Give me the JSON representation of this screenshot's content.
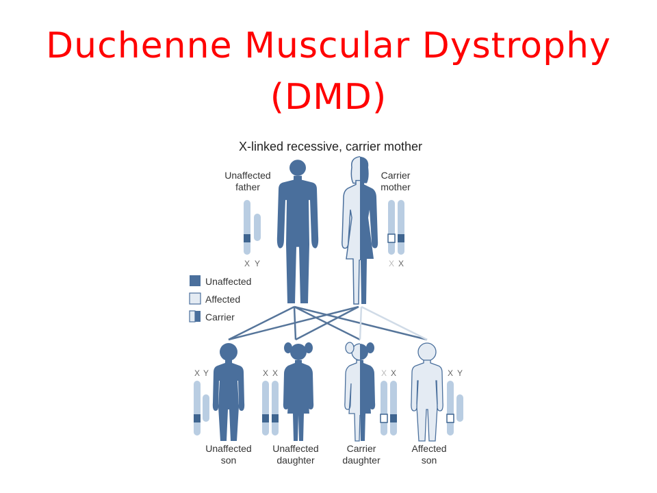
{
  "slide": {
    "title_line1": "Duchenne Muscular Dystrophy",
    "title_line2": "(DMD)"
  },
  "diagram": {
    "heading": "X-linked recessive, carrier mother",
    "legend": [
      {
        "label": "Unaffected",
        "style": "unaffected"
      },
      {
        "label": "Affected",
        "style": "affected"
      },
      {
        "label": "Carrier",
        "style": "carrier"
      }
    ],
    "parents": {
      "father": {
        "label_line1": "Unaffected",
        "label_line2": "father",
        "chromosomes": [
          "X",
          "Y"
        ]
      },
      "mother": {
        "label_line1": "Carrier",
        "label_line2": "mother",
        "chromosomes": [
          "X",
          "X"
        ]
      }
    },
    "children": [
      {
        "label_line1": "Unaffected",
        "label_line2": "son",
        "chromosomes": [
          "X",
          "Y"
        ]
      },
      {
        "label_line1": "Unaffected",
        "label_line2": "daughter",
        "chromosomes": [
          "X",
          "X"
        ]
      },
      {
        "label_line1": "Carrier",
        "label_line2": "daughter",
        "chromosomes": [
          "X",
          "X"
        ]
      },
      {
        "label_line1": "Affected",
        "label_line2": "son",
        "chromosomes": [
          "X",
          "Y"
        ]
      }
    ],
    "colors": {
      "title": "#ff0000",
      "unaffected": "#4a6f9c",
      "affected": "#e4ebf3",
      "outline": "#4a6f9c",
      "chromosome": "#b9cde2",
      "gene_band": "#3f6590",
      "connector_dark": "#56759a",
      "connector_light": "#d0dbe7",
      "label": "#333333"
    }
  }
}
